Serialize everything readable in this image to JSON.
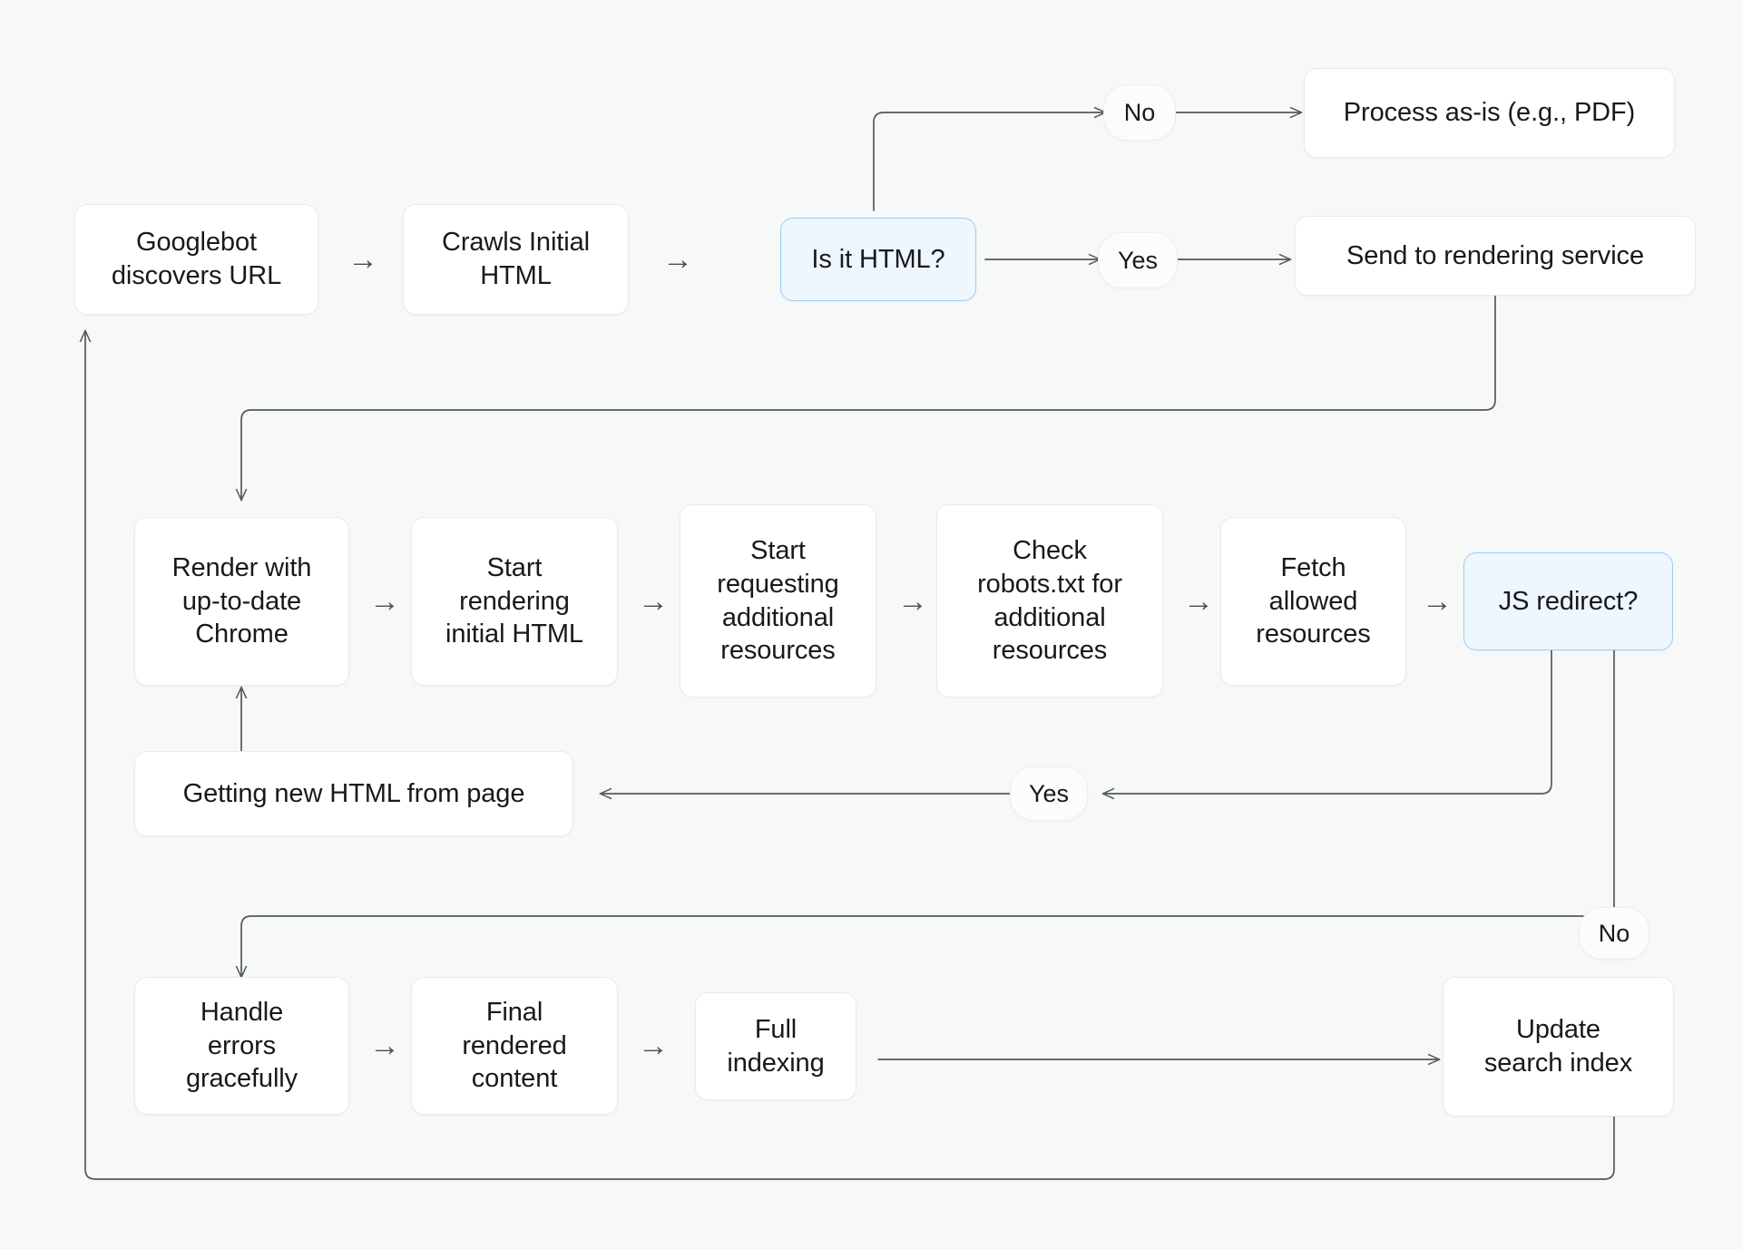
{
  "diagram": {
    "title": "Googlebot crawling and rendering flow",
    "background_color": "#f7f8f8",
    "node_fill": "#ffffff",
    "node_border": "#e9eaec",
    "decision_fill": "#eef6fe",
    "decision_border": "#9ccdf6",
    "edge_color": "#53585e",
    "text_color": "#17191c"
  },
  "nodes": {
    "googlebot_discovers_url": "Googlebot\ndiscovers URL",
    "crawls_initial_html": "Crawls Initial\nHTML",
    "is_it_html": "Is it HTML?",
    "process_as_is": "Process as-is (e.g., PDF)",
    "send_to_rendering_service": "Send to rendering service",
    "render_with_chrome": "Render with\nup-to-date\nChrome",
    "start_rendering_initial_html": "Start\nrendering\ninitial HTML",
    "start_requesting_additional_resources": "Start\nrequesting\nadditional\nresources",
    "check_robots_txt": "Check\nrobots.txt for\nadditional\nresources",
    "fetch_allowed_resources": "Fetch\nallowed\nresources",
    "js_redirect": "JS redirect?",
    "getting_new_html": "Getting new HTML from page",
    "handle_errors": "Handle\nerrors\ngracefully",
    "final_rendered_content": "Final\nrendered\ncontent",
    "full_indexing": "Full\nindexing",
    "update_search_index": "Update\nsearch index"
  },
  "edge_labels": {
    "html_no": "No",
    "html_yes": "Yes",
    "redirect_yes": "Yes",
    "redirect_no": "No"
  },
  "arrow_glyphs": {
    "right": "→"
  },
  "chart_data": {
    "type": "flowchart",
    "orientation": "left-to-right",
    "nodes": [
      {
        "id": "googlebot_discovers_url",
        "label": "Googlebot discovers URL",
        "shape": "rounded-rect",
        "style": "default"
      },
      {
        "id": "crawls_initial_html",
        "label": "Crawls Initial HTML",
        "shape": "rounded-rect",
        "style": "default"
      },
      {
        "id": "is_it_html",
        "label": "Is it HTML?",
        "shape": "rounded-rect",
        "style": "decision-highlight"
      },
      {
        "id": "process_as_is",
        "label": "Process as-is (e.g., PDF)",
        "shape": "rounded-rect",
        "style": "default"
      },
      {
        "id": "send_to_rendering_service",
        "label": "Send to rendering service",
        "shape": "rounded-rect",
        "style": "default"
      },
      {
        "id": "render_with_chrome",
        "label": "Render with up-to-date Chrome",
        "shape": "rounded-rect",
        "style": "default"
      },
      {
        "id": "start_rendering_initial_html",
        "label": "Start rendering initial HTML",
        "shape": "rounded-rect",
        "style": "default"
      },
      {
        "id": "start_requesting_additional_resources",
        "label": "Start requesting additional resources",
        "shape": "rounded-rect",
        "style": "default"
      },
      {
        "id": "check_robots_txt",
        "label": "Check robots.txt for additional resources",
        "shape": "rounded-rect",
        "style": "default"
      },
      {
        "id": "fetch_allowed_resources",
        "label": "Fetch allowed resources",
        "shape": "rounded-rect",
        "style": "default"
      },
      {
        "id": "js_redirect",
        "label": "JS redirect?",
        "shape": "rounded-rect",
        "style": "decision-highlight"
      },
      {
        "id": "getting_new_html",
        "label": "Getting new HTML from page",
        "shape": "rounded-rect",
        "style": "default"
      },
      {
        "id": "handle_errors",
        "label": "Handle errors gracefully",
        "shape": "rounded-rect",
        "style": "default"
      },
      {
        "id": "final_rendered_content",
        "label": "Final rendered content",
        "shape": "rounded-rect",
        "style": "default"
      },
      {
        "id": "full_indexing",
        "label": "Full indexing",
        "shape": "rounded-rect",
        "style": "default"
      },
      {
        "id": "update_search_index",
        "label": "Update search index",
        "shape": "rounded-rect",
        "style": "default"
      }
    ],
    "edges": [
      {
        "from": "googlebot_discovers_url",
        "to": "crawls_initial_html",
        "label": ""
      },
      {
        "from": "crawls_initial_html",
        "to": "is_it_html",
        "label": ""
      },
      {
        "from": "is_it_html",
        "to": "process_as_is",
        "label": "No"
      },
      {
        "from": "is_it_html",
        "to": "send_to_rendering_service",
        "label": "Yes"
      },
      {
        "from": "send_to_rendering_service",
        "to": "render_with_chrome",
        "label": ""
      },
      {
        "from": "render_with_chrome",
        "to": "start_rendering_initial_html",
        "label": ""
      },
      {
        "from": "start_rendering_initial_html",
        "to": "start_requesting_additional_resources",
        "label": ""
      },
      {
        "from": "start_requesting_additional_resources",
        "to": "check_robots_txt",
        "label": ""
      },
      {
        "from": "check_robots_txt",
        "to": "fetch_allowed_resources",
        "label": ""
      },
      {
        "from": "fetch_allowed_resources",
        "to": "js_redirect",
        "label": ""
      },
      {
        "from": "js_redirect",
        "to": "getting_new_html",
        "label": "Yes"
      },
      {
        "from": "getting_new_html",
        "to": "render_with_chrome",
        "label": ""
      },
      {
        "from": "js_redirect",
        "to": "handle_errors",
        "label": "No"
      },
      {
        "from": "handle_errors",
        "to": "final_rendered_content",
        "label": ""
      },
      {
        "from": "final_rendered_content",
        "to": "full_indexing",
        "label": ""
      },
      {
        "from": "full_indexing",
        "to": "update_search_index",
        "label": ""
      },
      {
        "from": "update_search_index",
        "to": "googlebot_discovers_url",
        "label": ""
      }
    ]
  }
}
